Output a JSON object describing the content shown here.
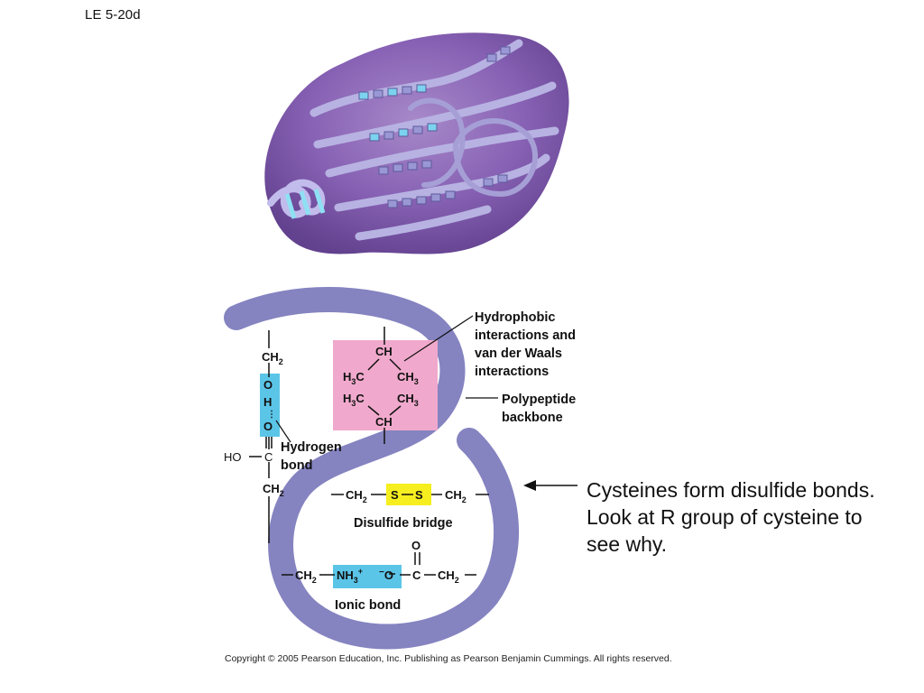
{
  "slide": {
    "label": "LE 5-20d"
  },
  "diagram": {
    "hydrophobic_label": [
      "Hydrophobic",
      "interactions and",
      "van der Waals",
      "interactions"
    ],
    "backbone_label": [
      "Polypeptide",
      "backbone"
    ],
    "hydrogen_label": [
      "Hydrogen",
      "bond"
    ],
    "disulfide_label": "Disulfide bridge",
    "ionic_label": "Ionic bond",
    "left_chain": {
      "ch2_top": "CH",
      "o_top": "O",
      "h": "H",
      "o_bottom": "O",
      "ho": "HO",
      "c": "C",
      "ch2_bottom": "CH"
    },
    "hydrophobic_box": {
      "ch_top": "CH",
      "h3c_1": "H",
      "ch3_1": "CH",
      "h3c_2": "H",
      "ch3_2": "CH",
      "ch_bottom": "CH"
    },
    "disulfide_row": {
      "left_ch2": "CH",
      "s1": "S",
      "s2": "S",
      "right_ch2": "CH"
    },
    "ionic_row": {
      "left_ch2": "CH",
      "nh3": "NH",
      "o_minus": "O",
      "c": "C",
      "o_top": "O",
      "right_ch2": "CH"
    },
    "colors": {
      "backbone": "#8583c0",
      "protein_blob": "#7b5aa6",
      "hydrophobic_fill": "#f0a9cc",
      "hydrogen_fill": "#5bc5e8",
      "disulfide_fill": "#f7ee1f",
      "ionic_fill": "#5bc5e8"
    }
  },
  "callout": {
    "lines": [
      "Cysteines form disulfide bonds.",
      "Look at R group of cysteine to",
      "see why."
    ]
  },
  "copyright": "Copyright © 2005 Pearson Education, Inc. Publishing as Pearson Benjamin Cummings. All rights reserved."
}
